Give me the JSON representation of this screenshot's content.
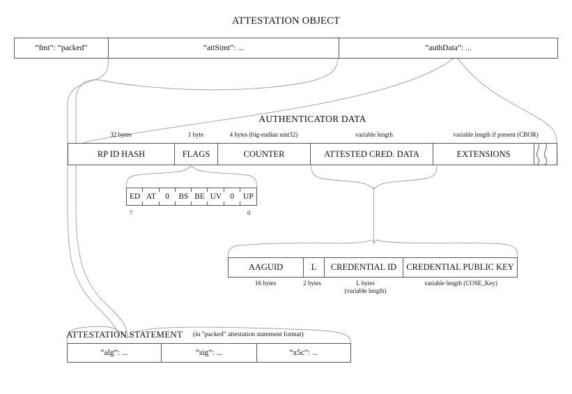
{
  "diagram": {
    "title": "ATTESTATION OBJECT"
  },
  "top_row": {
    "cells": [
      {
        "label": "“fmt”: “packed”"
      },
      {
        "label": "“attStmt”: ..."
      },
      {
        "label": "“authData”: ..."
      }
    ]
  },
  "authenticator_data": {
    "title": "AUTHENTICATOR DATA",
    "captions": [
      "32 bytes",
      "1 byte",
      "4 bytes (big-endian uint32)",
      "variable length",
      "variable length if present (CBOR)"
    ],
    "cells": [
      {
        "label": "RP ID HASH"
      },
      {
        "label": "FLAGS"
      },
      {
        "label": "COUNTER"
      },
      {
        "label": "ATTESTED CRED. DATA"
      },
      {
        "label": "EXTENSIONS"
      }
    ]
  },
  "flags": {
    "bits": [
      {
        "label": "ED"
      },
      {
        "label": "AT"
      },
      {
        "label": "0"
      },
      {
        "label": "BS"
      },
      {
        "label": "BE"
      },
      {
        "label": "UV"
      },
      {
        "label": "0"
      },
      {
        "label": "UP"
      }
    ],
    "index_high": "7",
    "index_low": "0"
  },
  "attested_credential_data": {
    "cells": [
      {
        "label": "AAGUID"
      },
      {
        "label": "L"
      },
      {
        "label": "CREDENTIAL ID"
      },
      {
        "label": "CREDENTIAL PUBLIC KEY"
      }
    ],
    "captions": [
      "16 bytes",
      "2 bytes",
      "L bytes\n(variable length)",
      "variable length (COSE_Key)"
    ],
    "caption_aaguid": "16 bytes",
    "caption_l": "2 bytes",
    "caption_credid_line1": "L bytes",
    "caption_credid_line2": "(variable length)",
    "caption_pubkey": "variable length (COSE_Key)"
  },
  "attestation_statement": {
    "title": "ATTESTATION STATEMENT",
    "note": "(in \"packed\" attestation statement format)",
    "cells": [
      {
        "label": "“alg”: ..."
      },
      {
        "label": "“sig”: ..."
      },
      {
        "label": "“x5c”: ..."
      }
    ]
  },
  "style": {
    "box_border": "#555555",
    "connector_color": "#9a9a9a",
    "text_color": "#111111",
    "background": "#ffffff"
  }
}
